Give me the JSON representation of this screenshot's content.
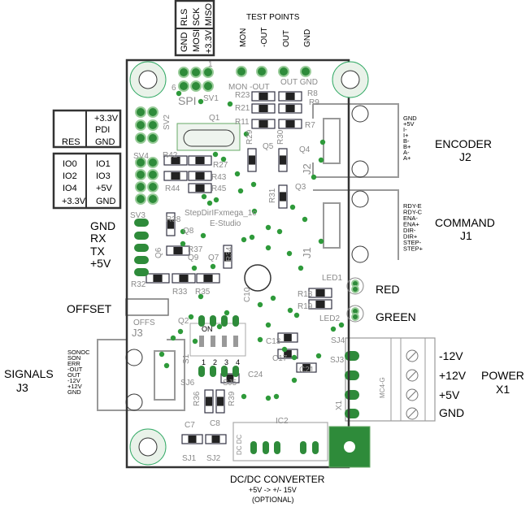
{
  "spi_header": {
    "top": [
      "RLS",
      "SCK",
      "MISO"
    ],
    "bottom": [
      "GND",
      "MOSI",
      "+3.3V"
    ]
  },
  "test_points": {
    "title": "TEST POINTS",
    "labels": [
      "MON",
      "-OUT",
      "OUT",
      "GND"
    ]
  },
  "pdi_box": {
    "left": "RES",
    "right": [
      "+3.3V",
      "PDI",
      "GND"
    ]
  },
  "io_box": {
    "left": [
      "IO0",
      "IO2",
      "IO4",
      "+3.3V"
    ],
    "right": [
      "IO1",
      "IO3",
      "+5V",
      "GND"
    ]
  },
  "serial": {
    "labels": [
      "GND",
      "RX",
      "TX",
      "+5V"
    ]
  },
  "offset_label": "OFFSET",
  "signals": {
    "title": "SIGNALS",
    "ref": "J3",
    "pins": [
      "SONOC",
      "SON",
      "ERR",
      "-OUT",
      "OUT",
      "-12V",
      "+12V",
      "GND"
    ]
  },
  "encoder": {
    "title": "ENCODER",
    "ref": "J2",
    "pins": [
      "GND",
      "+5V",
      "I-",
      "I+",
      "B-",
      "B+",
      "A-",
      "A+"
    ]
  },
  "command": {
    "title": "COMMAND",
    "ref": "J1",
    "pins": [
      "RDY-E",
      "RDY-C",
      "ENA-",
      "ENA+",
      "DIR-",
      "DIR+",
      "STEP-",
      "STEP+"
    ]
  },
  "leds": {
    "red": "RED",
    "green": "GREEN"
  },
  "power": {
    "title": "POWER",
    "ref": "X1",
    "pins": [
      "-12V",
      "+12V",
      "+5V",
      "GND"
    ]
  },
  "dcdc": {
    "title": "DC/DC CONVERTER",
    "subtitle": "+5V -> +/- 15V",
    "note": "(OPTIONAL)"
  },
  "board": {
    "name": "StepDirIFxmega_1c",
    "author": "E-Studio",
    "silk": {
      "spi": "SPI",
      "sv1": "SV1",
      "sv2": "SV2",
      "sv3": "SV3",
      "sv4": "SV4",
      "pin6": "6",
      "pin1": "1",
      "mon": "MON -OUT",
      "outgnd": "OUT GND",
      "r23": "R23",
      "r21": "R21",
      "r11": "R11",
      "r8": "R8",
      "r9": "R9",
      "r7": "R7",
      "r29": "R29",
      "r30": "R30",
      "q5": "Q5",
      "q4": "Q4",
      "q3": "Q3",
      "r31": "R31",
      "q1": "Q1",
      "r42": "R42",
      "r27": "R27",
      "r43": "R43",
      "r44": "R44",
      "r45": "R45",
      "r38": "R38",
      "q8": "Q8",
      "r37": "R37",
      "q9": "Q9",
      "q7": "Q7",
      "r34": "R34",
      "q6": "Q6",
      "r32": "R32",
      "r33": "R33",
      "r35": "R35",
      "c10": "C10",
      "q2": "Q2",
      "led1": "LED1",
      "led2": "LED2",
      "r18": "R18",
      "r19": "R19",
      "offs": "OFFS",
      "j3": "J3",
      "on": "ON",
      "s1": "S1",
      "sw": [
        "1",
        "2",
        "3",
        "4"
      ],
      "c13": "C13",
      "c17": "C17",
      "c21": "C21",
      "c24": "C24",
      "sj3": "SJ3",
      "sj4": "SJ4",
      "sj5": "SJ5",
      "sj6": "SJ6",
      "r36": "R36",
      "r39": "R39",
      "c7": "C7",
      "c8": "C8",
      "sj1": "SJ1",
      "sj2": "SJ2",
      "ic2": "IC2",
      "dcdc": "DC DC",
      "x1": "X1",
      "mc": "MC4-G",
      "j1": "J1",
      "j2": "J2"
    }
  },
  "colors": {
    "pad": "#2e8b3a",
    "board_outline": "#333333",
    "silkscreen": "#8a8a8a"
  }
}
